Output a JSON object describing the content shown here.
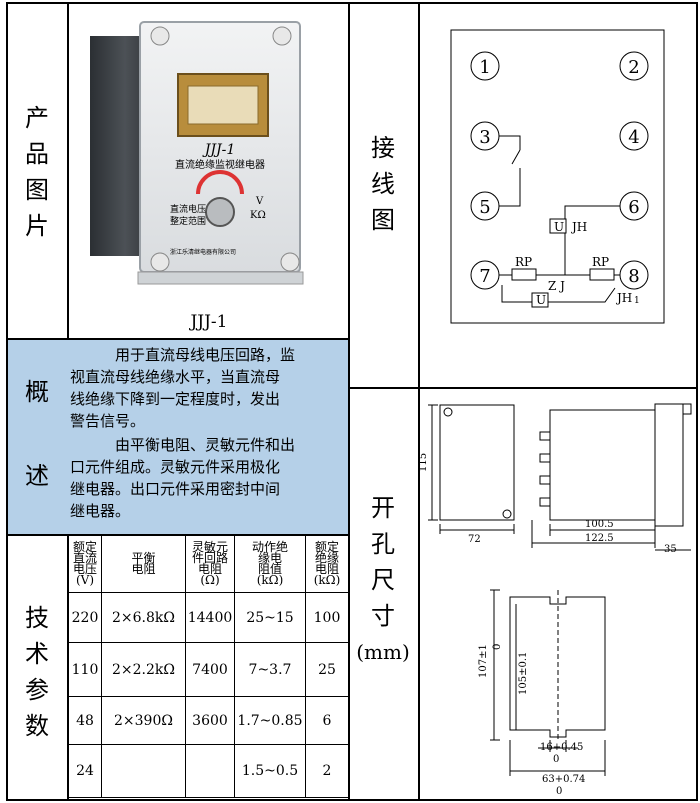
{
  "labels": {
    "product_image": [
      "产",
      "品",
      "图",
      "片"
    ],
    "overview": [
      "概",
      "述"
    ],
    "tech_params": [
      "技",
      "术",
      "参",
      "数"
    ],
    "wiring": [
      "接",
      "线",
      "图"
    ],
    "cutout_1": [
      "开",
      "孔",
      "尺",
      "寸"
    ],
    "cutout_unit": "(mm)"
  },
  "product": {
    "model_caption": "JJJ-1",
    "device_top_text": "JJJ-1",
    "device_title": "直流绝缘监视继电器",
    "device_left_line1": "直流电压",
    "device_left_line2": "整定范围",
    "device_unit_v": "V",
    "device_unit_kohm": "KΩ",
    "device_maker": "浙江乐清继电器有限公司"
  },
  "overview": {
    "lines": [
      "　　　用于直流母线电压回路，监",
      "视直流母线绝缘水平，当直流母",
      "线绝缘下降到一定程度时，发出",
      "警告信号。",
      "　　　由平衡电阻、灵敏元件和出",
      "口元件组成。灵敏元件采用极化",
      "继电器。出口元件采用密封中间",
      "继电器。"
    ]
  },
  "tech_table": {
    "headers": [
      [
        "额定",
        "直流",
        "电压",
        "(V)"
      ],
      [
        "平衡",
        "电阻"
      ],
      [
        "灵敏元",
        "件回路",
        "电阻",
        "(Ω)"
      ],
      [
        "动作绝",
        "缘电",
        "阻值",
        "(kΩ)"
      ],
      [
        "额定",
        "绝缘",
        "电阻",
        "(kΩ)"
      ]
    ],
    "rows": [
      [
        "220",
        "2×6.8kΩ",
        "14400",
        "25~15",
        "100"
      ],
      [
        "110",
        "2×2.2kΩ",
        "7400",
        "7~3.7",
        "25"
      ],
      [
        "48",
        "2×390Ω",
        "3600",
        "1.7~0.85",
        "6"
      ],
      [
        "24",
        "",
        "",
        "1.5~0.5",
        "2"
      ]
    ]
  },
  "wiring": {
    "terminals": [
      "1",
      "2",
      "3",
      "4",
      "5",
      "6",
      "7",
      "8"
    ],
    "label_u_jh": "U",
    "label_jh": "JH",
    "label_rp_left": "RP",
    "label_rp_right": "RP",
    "label_zj": "Z J",
    "label_u_zj": "U",
    "label_jh1": "JH",
    "label_jh1_sub": "1"
  },
  "dimensions": {
    "d115": "115",
    "d72": "72",
    "d100_5": "100.5",
    "d122_5": "122.5",
    "d35": "35",
    "d107_main": "107±1",
    "d107_sub": "0",
    "d105": "105±0.1",
    "d16_main": "16+0.45",
    "d16_sub": "0",
    "d63_main": "63+0.74",
    "d63_sub": "0"
  }
}
